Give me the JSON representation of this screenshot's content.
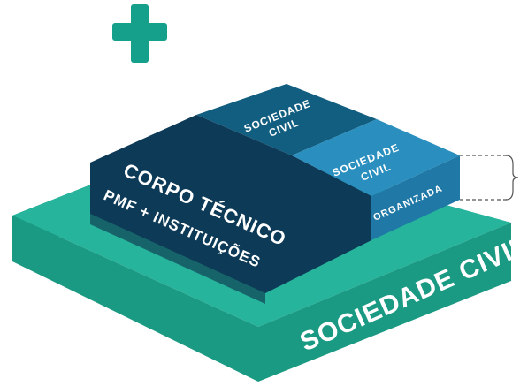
{
  "icon": {
    "name": "plus-icon",
    "color": "#14a08a"
  },
  "colors": {
    "base_top": "#26b49c",
    "base_front": "#1b9a83",
    "base_left": "#158772",
    "dark_top": "#0d3a57",
    "dark_front": "#0b2f48",
    "mid_top": "#125e80",
    "light_top": "#2a8fbf",
    "light_front": "#1f78a6",
    "bracket": "#555555"
  },
  "blocks": {
    "base_label": "SOCIEDADE CIVIL",
    "corpo_tecnico": {
      "line1": "CORPO TÉCNICO",
      "line2": "PMF + INSTITUIÇÕES"
    },
    "sociedade_civil_top": {
      "line1": "SOCIEDADE",
      "line2": "CIVIL"
    },
    "sociedade_civil_organizada": {
      "line1": "SOCIEDADE",
      "line2": "CIVIL",
      "line3": "ORGANIZADA"
    }
  }
}
